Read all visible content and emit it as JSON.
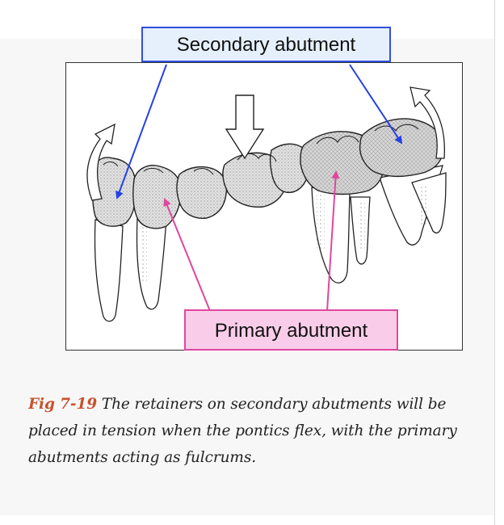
{
  "labels": {
    "secondary": "Secondary abutment",
    "primary": "Primary abutment"
  },
  "caption": {
    "figure_number": "Fig 7-19",
    "line1": " The retainers on secondary abutments will be",
    "line2": "placed in tension when the pontics flex, with the primary",
    "line3": "abutments acting as fulcrums."
  },
  "colors": {
    "secondary_arrow": "#2540e8",
    "primary_arrow": "#e0479d",
    "figure_number": "#c8522e"
  }
}
